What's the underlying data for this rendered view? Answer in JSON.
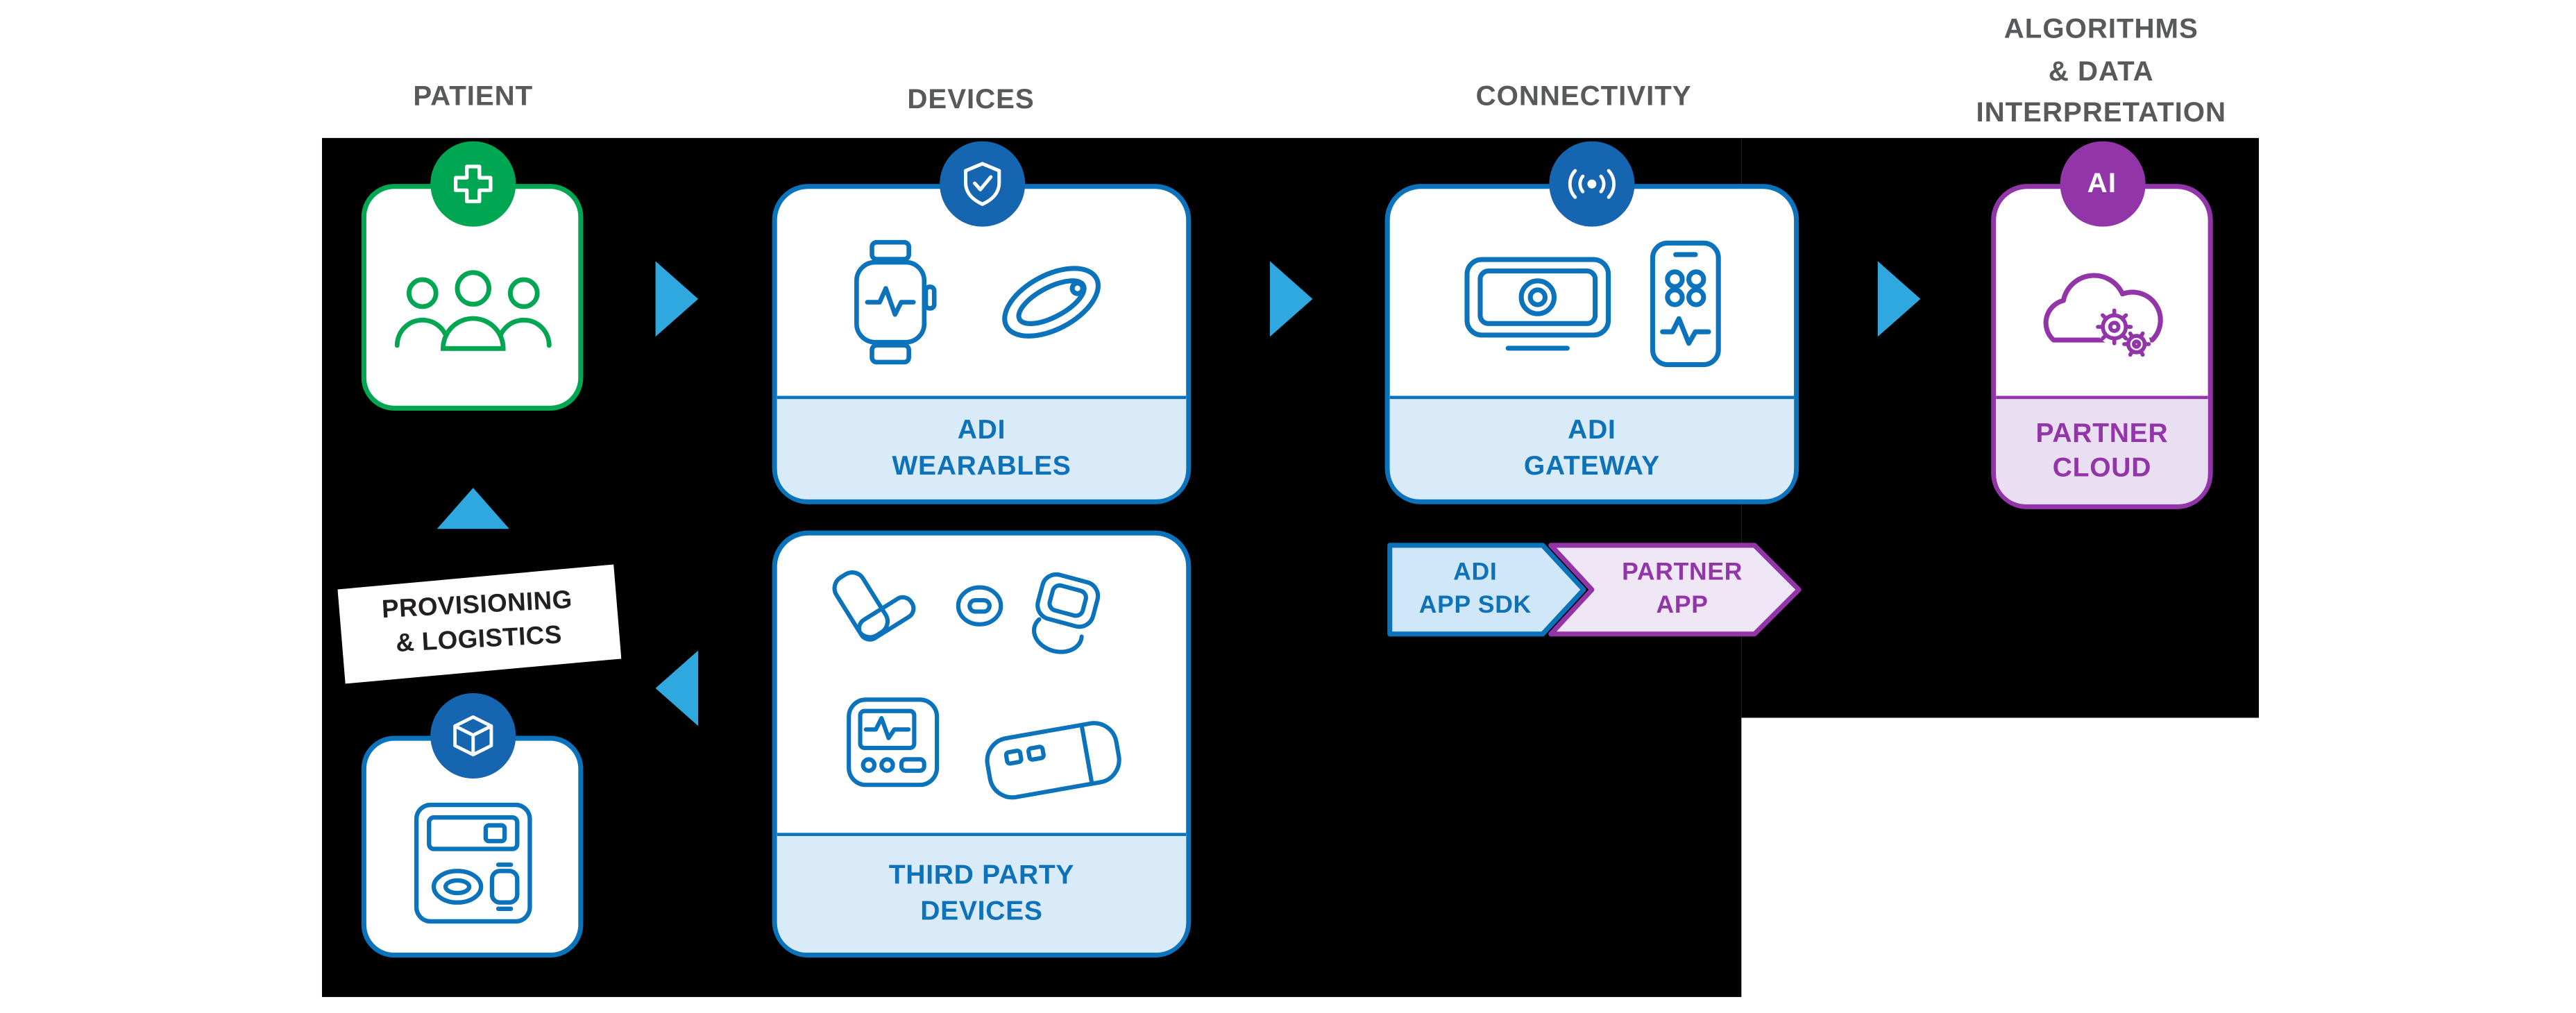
{
  "palette": {
    "background_panel": "#000000",
    "page_background": "#ffffff",
    "adi_blue": "#0a73bb",
    "badge_blue": "#1565b0",
    "light_blue_fill": "#d9eaf8",
    "green": "#00a651",
    "purple": "#9135a8",
    "light_purple_fill": "#eadef3",
    "arrow_blue": "#2fa8e0",
    "header_gray": "#58595b",
    "banner_text": "#231f20"
  },
  "columns": [
    {
      "label": "PATIENT"
    },
    {
      "label": "DEVICES"
    },
    {
      "label": "CONNECTIVITY"
    },
    {
      "label": "ALGORITHMS\n& DATA\nINTERPRETATION"
    }
  ],
  "nodes": {
    "patient": {
      "badge_icon": "medical-cross-icon",
      "body_icon": "patient-group-icon"
    },
    "adi_wearables": {
      "label": "ADI\nWEARABLES",
      "badge_icon": "shield-check-icon",
      "body_icons": [
        "smartwatch-icon",
        "sensor-pod-icon"
      ]
    },
    "third_party_devices": {
      "label": "THIRD PARTY\nDEVICES",
      "body_icon": "medical-devices-cluster-icon"
    },
    "adi_gateway": {
      "label": "ADI\nGATEWAY",
      "badge_icon": "wireless-signal-icon",
      "body_icons": [
        "gateway-hub-icon",
        "smartphone-icon"
      ]
    },
    "partner_cloud": {
      "label": "PARTNER\nCLOUD",
      "badge_label": "AI",
      "body_icon": "cloud-gears-icon"
    },
    "provisioning_kit": {
      "badge_icon": "package-cube-icon",
      "body_icon": "device-kit-icon"
    }
  },
  "tags": {
    "adi_app_sdk": {
      "label": "ADI\nAPP SDK"
    },
    "partner_app": {
      "label": "PARTNER\nAPP"
    }
  },
  "banner": {
    "label": "PROVISIONING\n& LOGISTICS"
  }
}
